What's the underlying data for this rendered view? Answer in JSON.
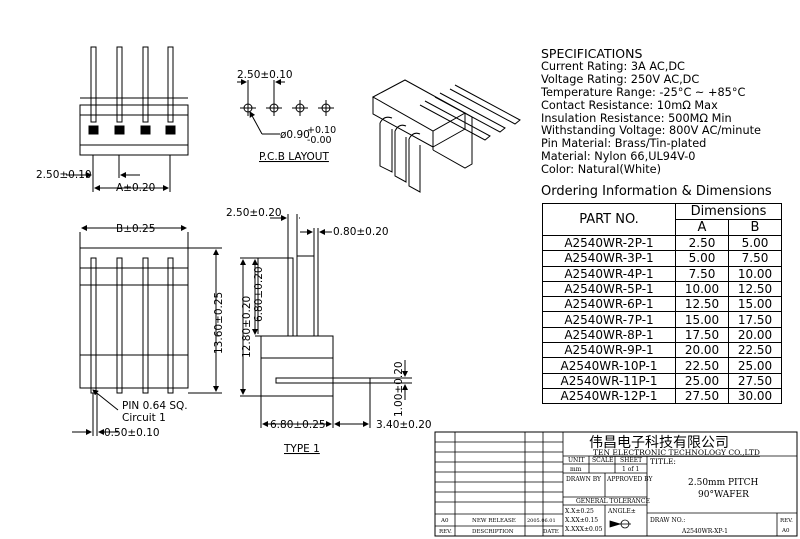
{
  "specifications": {
    "heading": "SPECIFICATIONS",
    "lines": [
      "Current Rating: 3A AC,DC",
      "Voltage Rating: 250V AC,DC",
      "Temperature Range: -25°C ~ +85°C",
      "Contact Resistance: 10mΩ Max",
      "Insulation Resistance: 500MΩ Min",
      "Withstanding Voltage: 800V AC/minute",
      "Pin Material: Brass/Tin-plated",
      "Material: Nylon 66,UL94V-0",
      "Color: Natural(White)"
    ]
  },
  "ordering": {
    "heading": "Ordering Information & Dimensions",
    "col_part": "PART NO.",
    "col_dims": "Dimensions",
    "col_a": "A",
    "col_b": "B",
    "rows": [
      {
        "part": "A2540WR-2P-1",
        "a": "2.50",
        "b": "5.00"
      },
      {
        "part": "A2540WR-3P-1",
        "a": "5.00",
        "b": "7.50"
      },
      {
        "part": "A2540WR-4P-1",
        "a": "7.50",
        "b": "10.00"
      },
      {
        "part": "A2540WR-5P-1",
        "a": "10.00",
        "b": "12.50"
      },
      {
        "part": "A2540WR-6P-1",
        "a": "12.50",
        "b": "15.00"
      },
      {
        "part": "A2540WR-7P-1",
        "a": "15.00",
        "b": "17.50"
      },
      {
        "part": "A2540WR-8P-1",
        "a": "17.50",
        "b": "20.00"
      },
      {
        "part": "A2540WR-9P-1",
        "a": "20.00",
        "b": "22.50"
      },
      {
        "part": "A2540WR-10P-1",
        "a": "22.50",
        "b": "25.00"
      },
      {
        "part": "A2540WR-11P-1",
        "a": "25.00",
        "b": "27.50"
      },
      {
        "part": "A2540WR-12P-1",
        "a": "27.50",
        "b": "30.00"
      }
    ]
  },
  "dims": {
    "top_left": "2.50±0.10",
    "top_a": "A±0.20",
    "pcb_pitch": "2.50±0.10",
    "pcb_hole": "ø0.90",
    "pcb_tol_plus": "+0.10",
    "pcb_tol_minus": "-0.00",
    "pcb_label": "P.C.B LAYOUT",
    "front_b": "B±0.25",
    "front_height": "13.60±0.25",
    "pin_note_1": "PIN 0.64 SQ.",
    "pin_note_2": "Circuit 1",
    "front_bottom": "0.50±0.10",
    "side_top_left": "2.50±0.20",
    "side_top_right": "0.80±0.20",
    "side_v1": "12.80±0.20",
    "side_v2": "6.80±0.20",
    "side_v3": "1.00±0.20",
    "side_bottom_left": "6.80±0.25",
    "side_bottom_right": "3.40±0.20",
    "type_label": "TYPE 1"
  },
  "title_block": {
    "company_cn": "伟昌电子科技有限公司",
    "company_en": "TEN ELECTRONIC TECHNOLOGY CO.,LTD",
    "unit_label": "UNIT",
    "unit_value": "mm",
    "scale_label": "SCALE",
    "sheet_label": "SHEET",
    "sheet_value": "1 of 1",
    "title_label": "TITLE:",
    "drawn_by": "DRAWN BY",
    "approved_by": "APPROVED BY",
    "title_line1": "2.50mm PITCH",
    "title_line2": "90°WAFER",
    "general_tol": "GENERAL TOLERANCE",
    "tol1": "X.X±0.25",
    "tol2": "X.XX±0.15",
    "tol3": "X.XXX±0.05",
    "angle": "ANGLE±",
    "rev_a0": "A0",
    "new_release": "NEW RELEASE",
    "rev_date": "2005.06.01",
    "rev_label": "REV.",
    "description": "DESCRIPTION",
    "date_label": "DATE",
    "drawing_no_label": "DRAW NO.:",
    "drawing_no": "A2540WR-XP-1",
    "rev_right_label": "REV.",
    "rev_right_value": "A0"
  }
}
